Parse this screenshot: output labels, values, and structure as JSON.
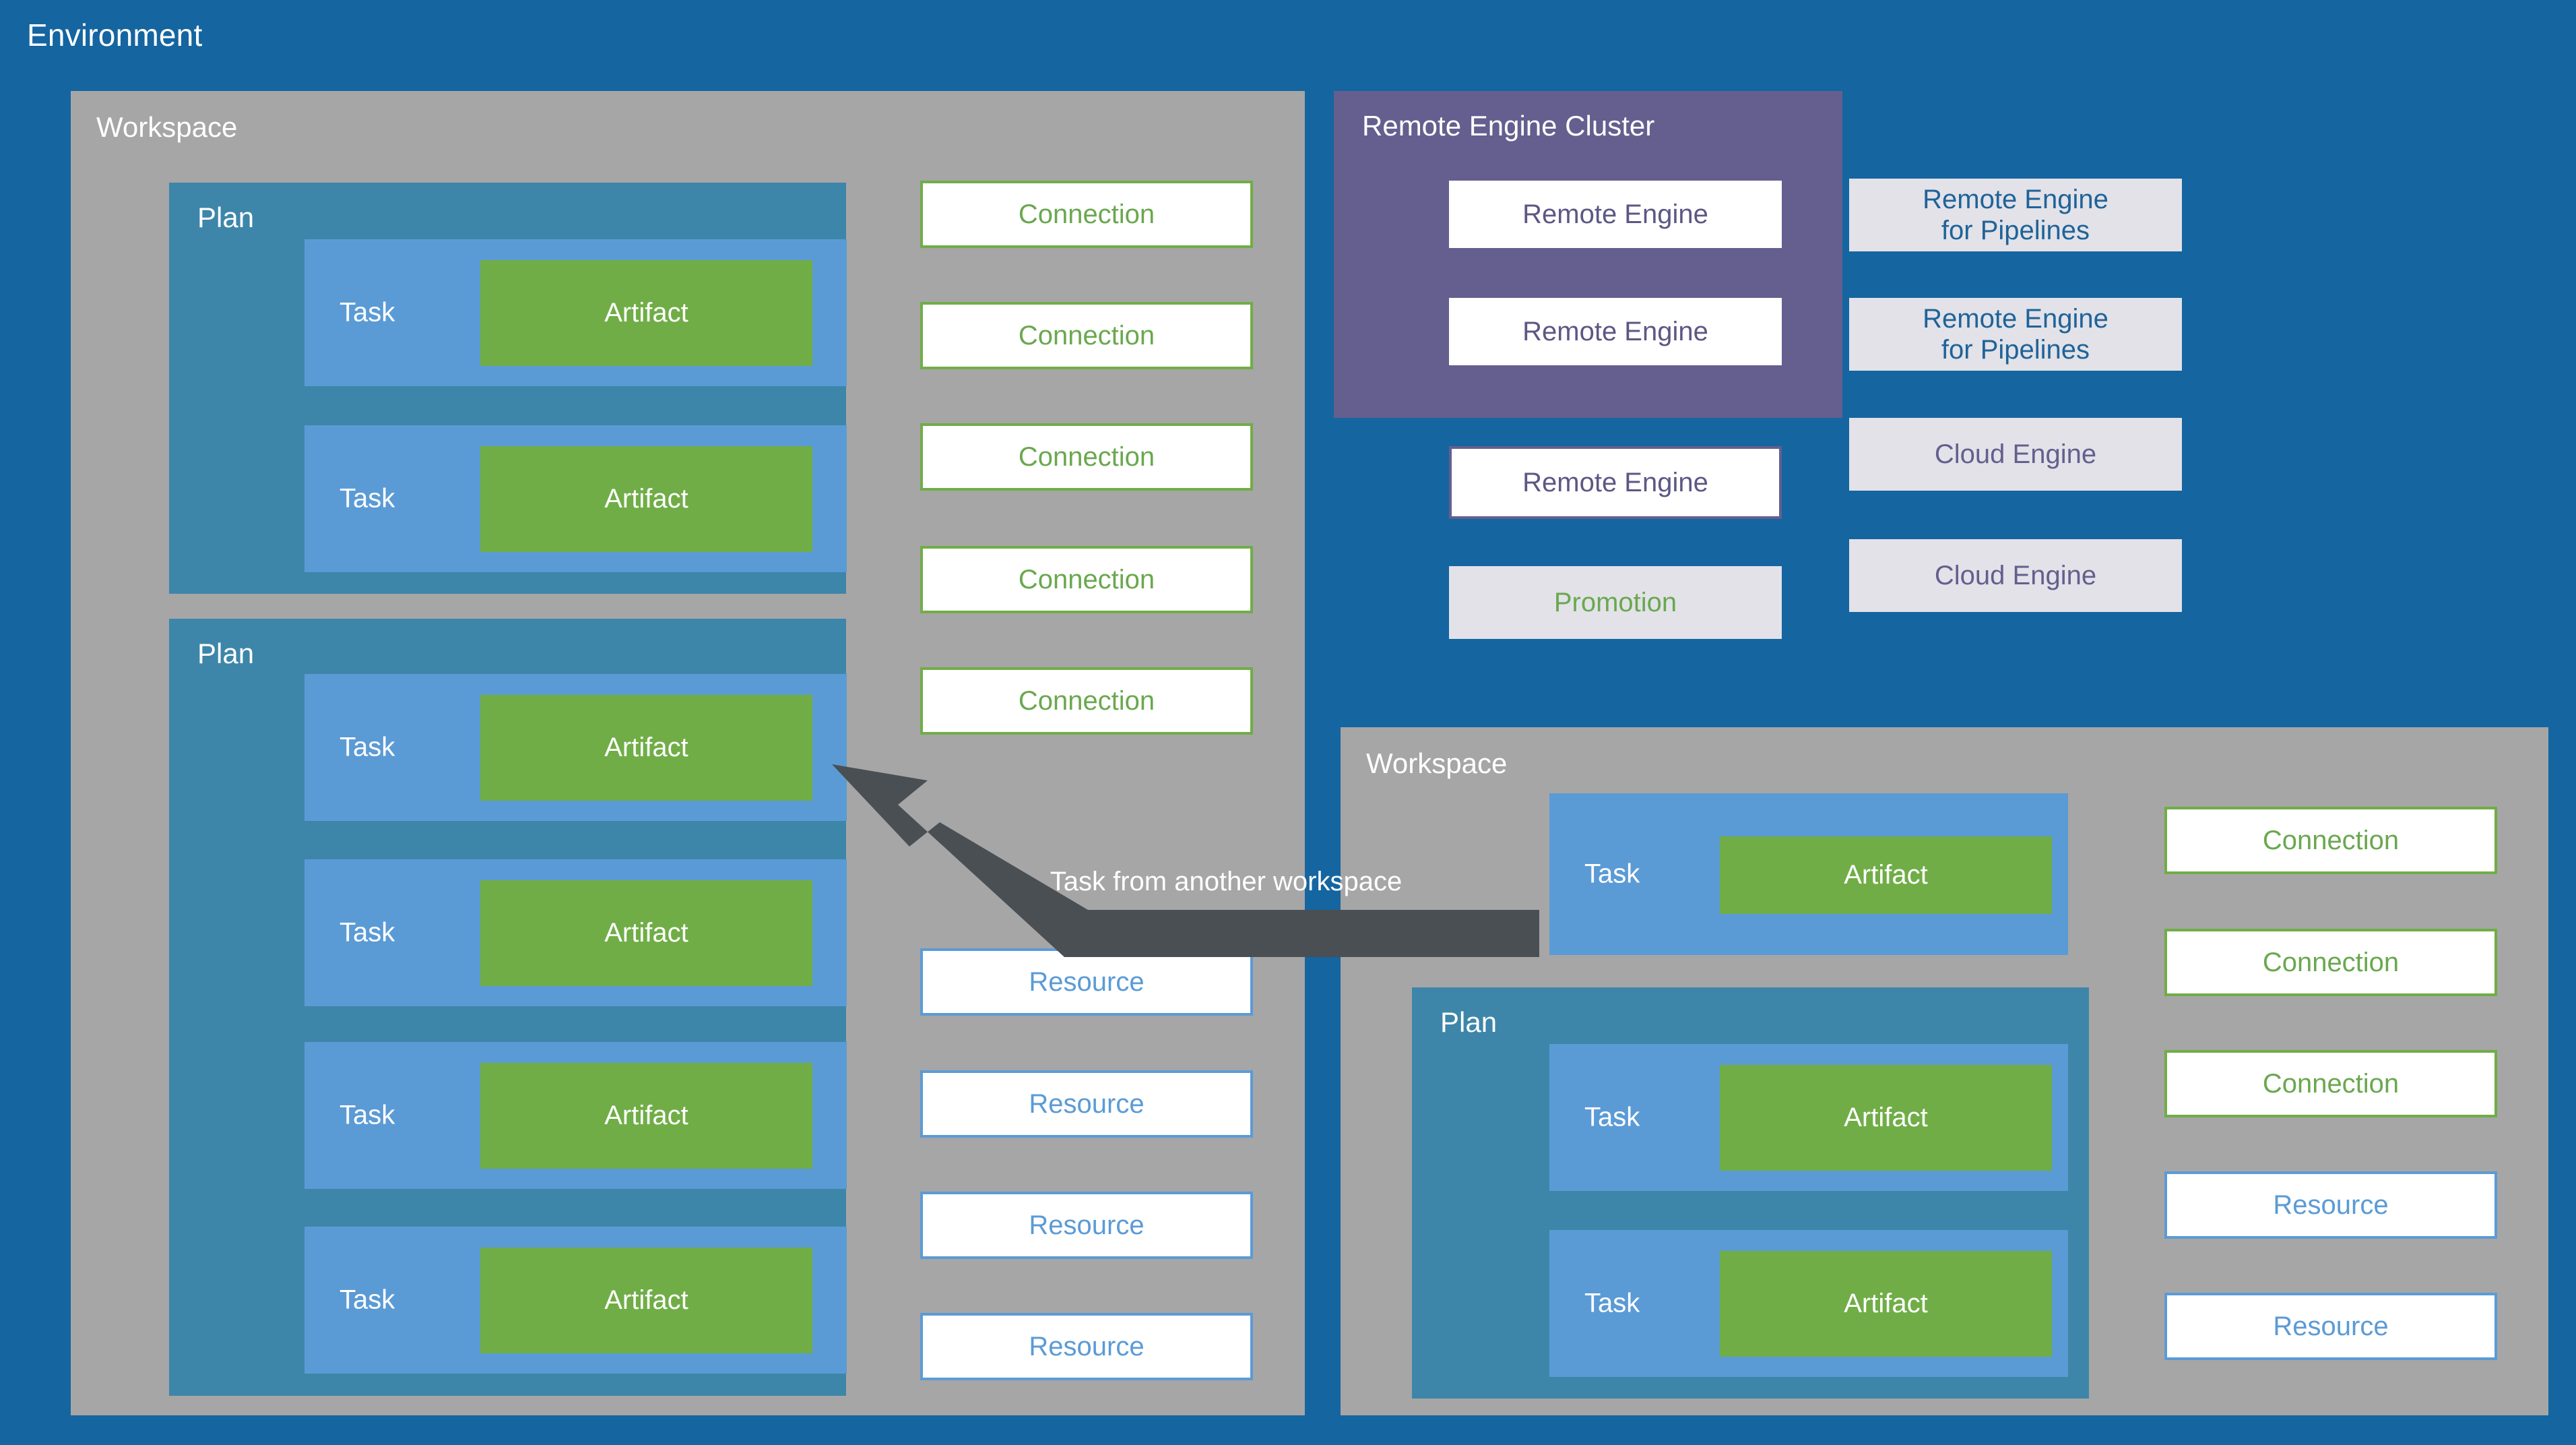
{
  "environment": {
    "title": "Environment",
    "background_color": "#1565a0"
  },
  "colors": {
    "environment_blue": "#1565a0",
    "workspace_gray": "#a6a6a6",
    "plan_teal": "#3d86a9",
    "task_blue": "#5b9bd5",
    "artifact_green": "#70ad47",
    "cluster_purple": "#645f8e",
    "engine_chip_gray": "#e2e2e8",
    "connection_green": "#6aa84f",
    "resource_blue": "#5b9bd5",
    "arrow_gray": "#4a4f54"
  },
  "workspace_left": {
    "title": "Workspace",
    "plans": [
      {
        "title": "Plan",
        "tasks": [
          {
            "label": "Task",
            "artifact": "Artifact"
          },
          {
            "label": "Task",
            "artifact": "Artifact"
          }
        ]
      },
      {
        "title": "Plan",
        "tasks": [
          {
            "label": "Task",
            "artifact": "Artifact"
          },
          {
            "label": "Task",
            "artifact": "Artifact"
          },
          {
            "label": "Task",
            "artifact": "Artifact"
          },
          {
            "label": "Task",
            "artifact": "Artifact"
          }
        ]
      }
    ],
    "connections": [
      "Connection",
      "Connection",
      "Connection",
      "Connection",
      "Connection"
    ],
    "resources": [
      "Resource",
      "Resource",
      "Resource",
      "Resource"
    ]
  },
  "workspace_right": {
    "title": "Workspace",
    "standalone_task": {
      "label": "Task",
      "artifact": "Artifact"
    },
    "plans": [
      {
        "title": "Plan",
        "tasks": [
          {
            "label": "Task",
            "artifact": "Artifact"
          },
          {
            "label": "Task",
            "artifact": "Artifact"
          }
        ]
      }
    ],
    "connections": [
      "Connection",
      "Connection",
      "Connection"
    ],
    "resources": [
      "Resource",
      "Resource"
    ]
  },
  "remote_engine_cluster": {
    "title": "Remote Engine Cluster",
    "engines": [
      "Remote Engine",
      "Remote Engine"
    ]
  },
  "standalone_engines": [
    {
      "label": "Remote Engine",
      "style": "white-bordered"
    },
    {
      "label": "Promotion",
      "style": "gray-green"
    }
  ],
  "engine_column": [
    {
      "line1": "Remote Engine",
      "line2": "for Pipelines",
      "style": "gray-blue"
    },
    {
      "line1": "Remote Engine",
      "line2": "for Pipelines",
      "style": "gray-blue"
    },
    {
      "line1": "Cloud Engine",
      "line2": "",
      "style": "gray-purple"
    },
    {
      "line1": "Cloud Engine",
      "line2": "",
      "style": "gray-purple"
    }
  ],
  "cross_workspace_arrow": {
    "label": "Task from another workspace",
    "direction": "points-up-left"
  }
}
